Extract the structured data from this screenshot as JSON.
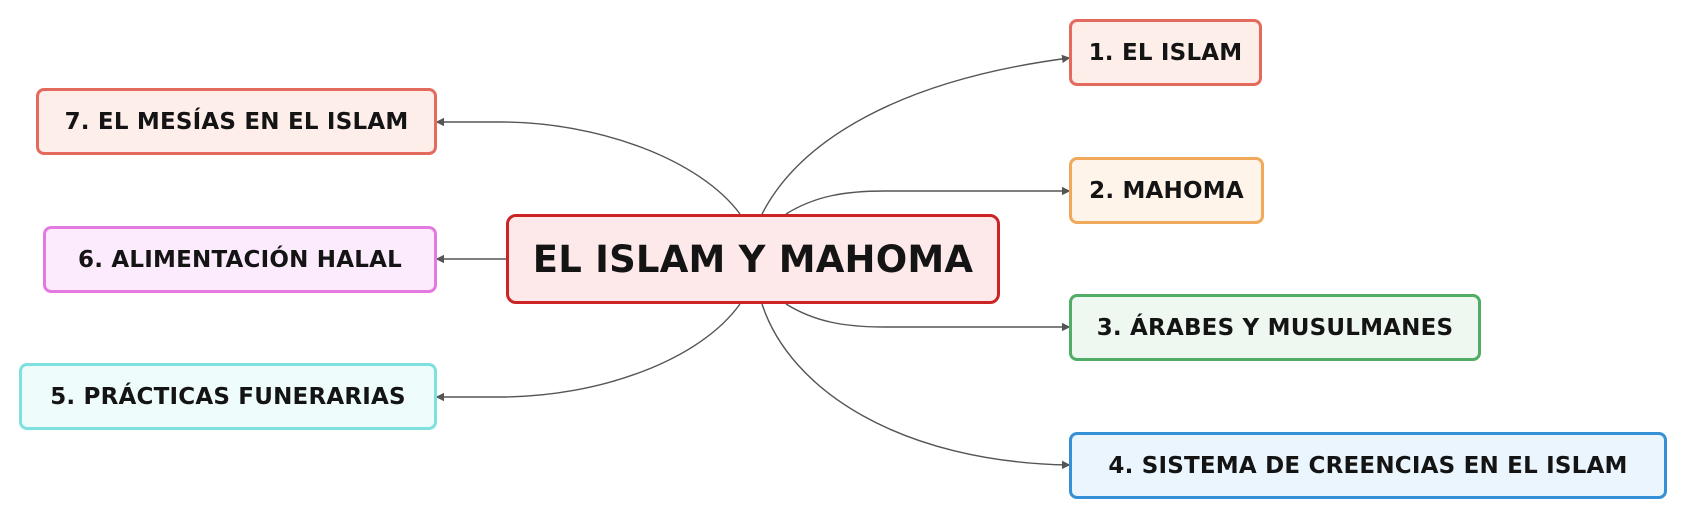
{
  "diagram": {
    "central": {
      "label": "EL ISLAM Y MAHOMA",
      "border_color": "#cc2424",
      "fill_color": "#fde9e9"
    },
    "branches": [
      {
        "label": "1. EL ISLAM",
        "border_color": "#e46a5d",
        "fill_color": "#fdeeea"
      },
      {
        "label": "2. MAHOMA",
        "border_color": "#f0a95a",
        "fill_color": "#fef4ea"
      },
      {
        "label": "3. ÁRABES Y MUSULMANES",
        "border_color": "#51ad66",
        "fill_color": "#eef8f1"
      },
      {
        "label": "4. SISTEMA DE CREENCIAS EN EL ISLAM",
        "border_color": "#3690d6",
        "fill_color": "#eaf5fd"
      },
      {
        "label": "5. PRÁCTICAS FUNERARIAS",
        "border_color": "#7fe0e0",
        "fill_color": "#eefcfc"
      },
      {
        "label": "6. ALIMENTACIÓN HALAL",
        "border_color": "#e47ae0",
        "fill_color": "#fcebfc"
      },
      {
        "label": "7. EL MESÍAS EN EL ISLAM",
        "border_color": "#e46a5d",
        "fill_color": "#fdeeea"
      }
    ],
    "connector_color": "#555555"
  }
}
